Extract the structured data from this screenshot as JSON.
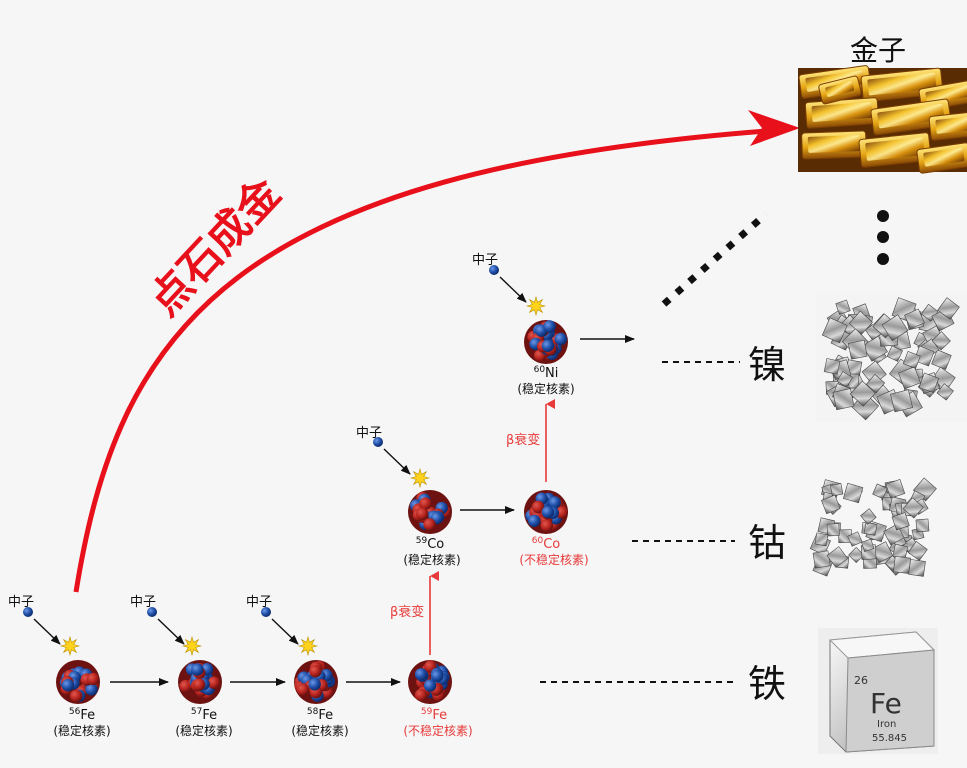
{
  "title_phrase": "点石成金",
  "neutron_label": "中子",
  "beta_label": "β衰变",
  "stable_label": "(稳定核素)",
  "unstable_label": "(不稳定核素)",
  "nuclides": [
    {
      "mass": "56",
      "symbol": "Fe",
      "stable": true
    },
    {
      "mass": "57",
      "symbol": "Fe",
      "stable": true
    },
    {
      "mass": "58",
      "symbol": "Fe",
      "stable": true
    },
    {
      "mass": "59",
      "symbol": "Fe",
      "stable": false
    },
    {
      "mass": "59",
      "symbol": "Co",
      "stable": true
    },
    {
      "mass": "60",
      "symbol": "Co",
      "stable": false
    },
    {
      "mass": "60",
      "symbol": "Ni",
      "stable": true
    }
  ],
  "elements": {
    "gold": "金子",
    "nickel": "镍",
    "cobalt": "钴",
    "iron": "铁"
  },
  "iron_tile": {
    "number": "26",
    "symbol": "Fe",
    "name": "Iron",
    "mass": "55.845"
  },
  "colors": {
    "proton": "#b8241f",
    "neutron": "#1f4fa8",
    "arrow_red": "#e8101a",
    "beta_red": "#e83a3a",
    "spark": "#ffd21c"
  }
}
